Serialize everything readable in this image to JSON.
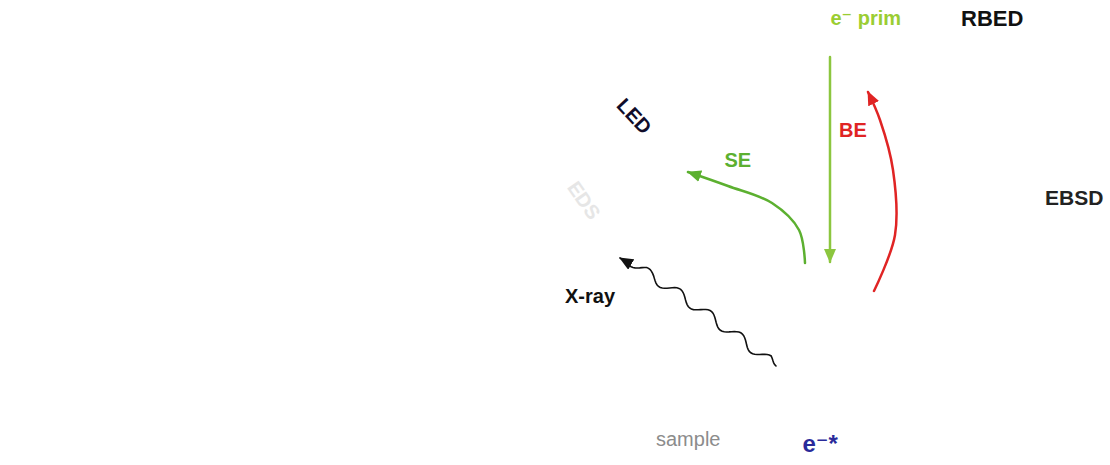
{
  "diagram": {
    "nodes": [
      {
        "text": [
          "e⁻ prim"
        ]
      },
      {
        "text": [
          "RBED"
        ]
      },
      {
        "text": [
          "LED"
        ]
      },
      {
        "text": [
          "EDS"
        ]
      },
      {
        "text": [
          "EBSD"
        ]
      },
      {
        "text": [
          "sample"
        ]
      },
      {
        "text": [
          "e⁻*"
        ],
        "in": 5
      }
    ],
    "edges": [
      {
        "from": 0,
        "to": 6,
        "arrow": "to"
      },
      {
        "from": 6,
        "to": 2,
        "label": "SE",
        "arrow": "to"
      },
      {
        "from": 6,
        "to": 1,
        "label": "BE",
        "arrow": "to"
      },
      {
        "from": 6,
        "to": 3,
        "label": "X-ray",
        "arrow": "to"
      }
    ]
  }
}
